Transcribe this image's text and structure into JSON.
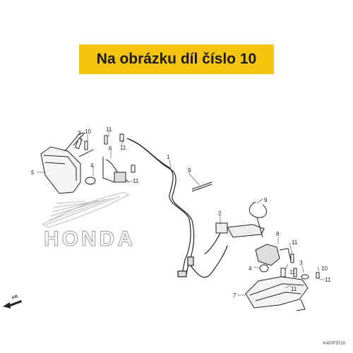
{
  "banner": {
    "text": "Na obrázku díl číslo 10",
    "color": "#f4c40f"
  },
  "watermark": {
    "brand": "HONDA"
  },
  "direction": {
    "label": "FR."
  },
  "part_code": "K407F3710",
  "callouts": {
    "c1": "1",
    "c2": "2",
    "c3a": "3",
    "c3b": "3",
    "c4a": "4",
    "c4b": "4",
    "c5": "5",
    "c6": "6",
    "c7": "7",
    "c8": "8",
    "c9a": "9",
    "c9b": "9",
    "c10a": "10",
    "c10b": "10",
    "c11a": "11",
    "c11b": "11",
    "c11c": "11",
    "c11d": "11",
    "c11e": "11",
    "c11f": "11",
    "c11g": "11"
  }
}
